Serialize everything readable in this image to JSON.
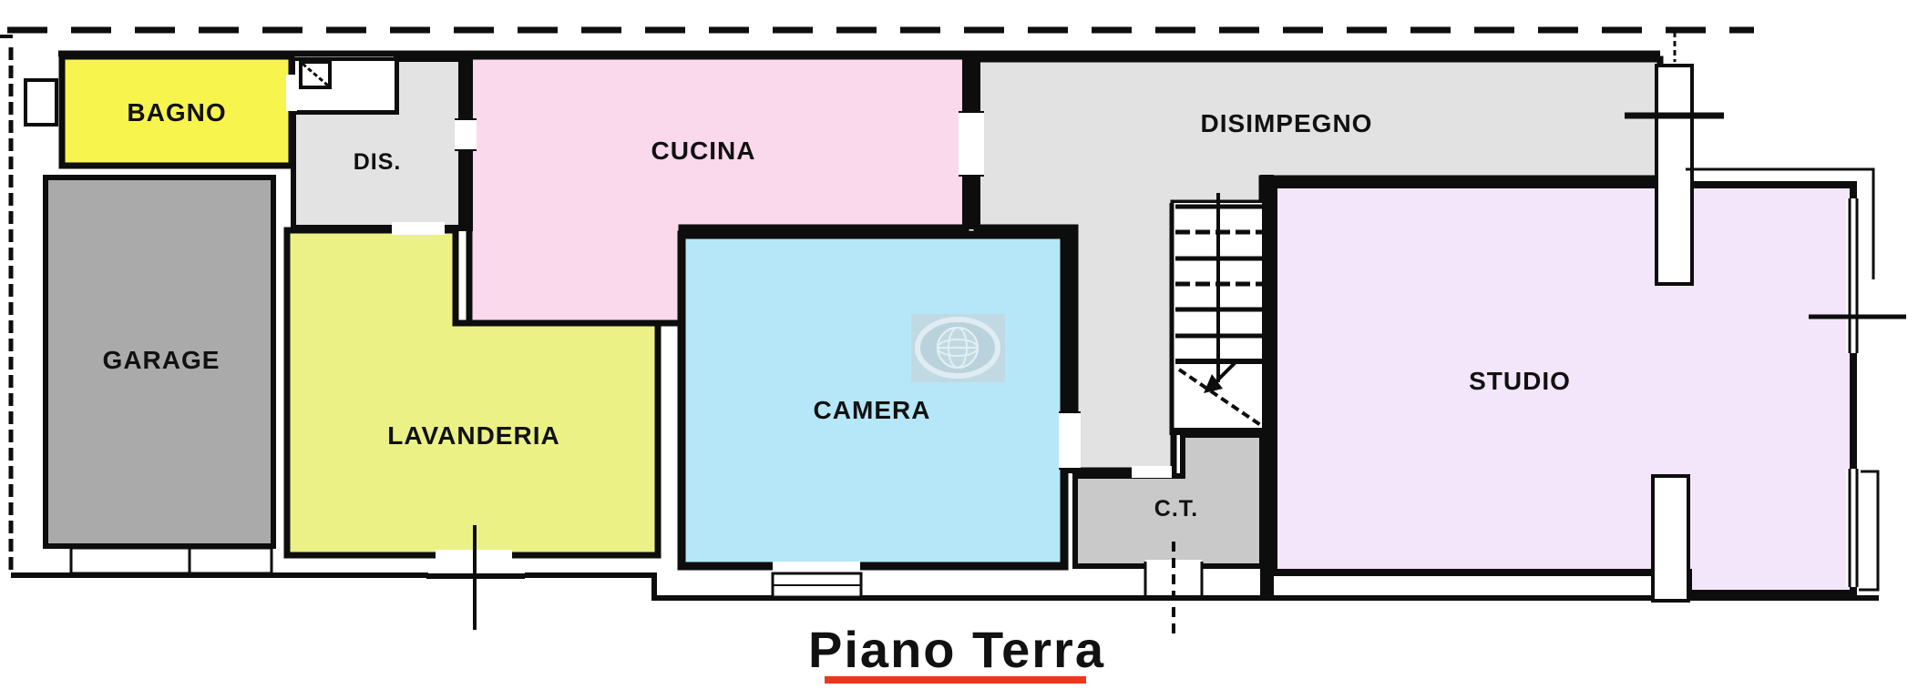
{
  "plan": {
    "title": "Piano Terra",
    "title_color": "#e8391d",
    "wall_color": "#0d0d0d",
    "label_color": "#111111",
    "rooms": [
      {
        "id": "bagno",
        "label": "BAGNO",
        "color": "#f7f44e"
      },
      {
        "id": "garage",
        "label": "GARAGE",
        "color": "#aaaaaa"
      },
      {
        "id": "dis",
        "label": "DIS.",
        "color": "#e3e3e3"
      },
      {
        "id": "cucina",
        "label": "CUCINA",
        "color": "#fbd9ec"
      },
      {
        "id": "disimpegno",
        "label": "DISIMPEGNO",
        "color": "#e2e2e2"
      },
      {
        "id": "lavanderia",
        "label": "LAVANDERIA",
        "color": "#ecf186"
      },
      {
        "id": "camera",
        "label": "CAMERA",
        "color": "#b5e7f8"
      },
      {
        "id": "ct",
        "label": "C.T.",
        "color": "#c9c9c9"
      },
      {
        "id": "studio",
        "label": "STUDIO",
        "color": "#f3e5fa"
      }
    ],
    "watermark": {
      "icon": "globe-logo"
    }
  }
}
